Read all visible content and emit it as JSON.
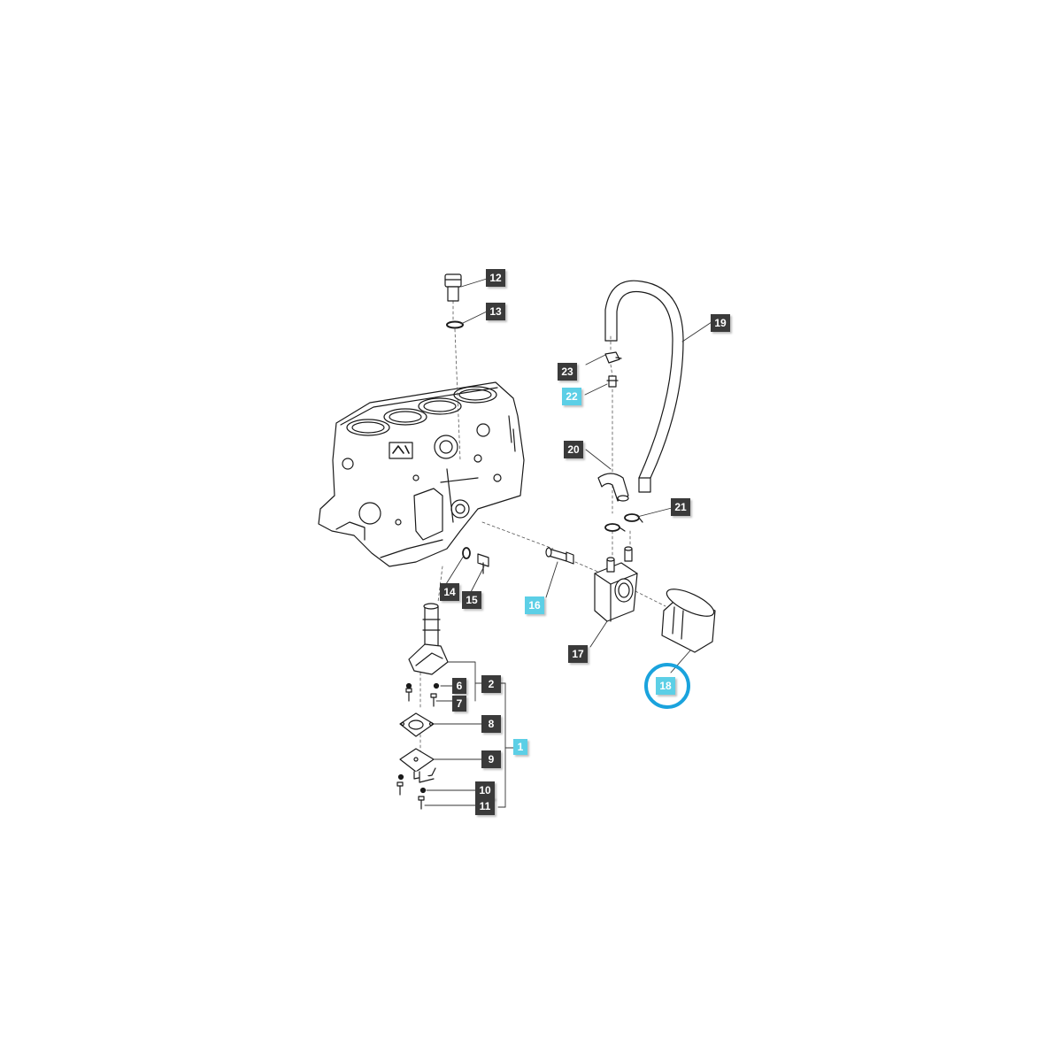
{
  "colors": {
    "line": "#1a1a1a",
    "label_dark": "#3a3a3a",
    "label_accent": "#5ccfe6",
    "highlight_ring": "#1aa3dd"
  },
  "highlight": {
    "part": "18"
  },
  "callouts": [
    {
      "id": "c1",
      "text": "1",
      "style": "accent"
    },
    {
      "id": "c2",
      "text": "2",
      "style": "dark"
    },
    {
      "id": "c6",
      "text": "6",
      "style": "dark"
    },
    {
      "id": "c7",
      "text": "7",
      "style": "dark"
    },
    {
      "id": "c8",
      "text": "8",
      "style": "dark"
    },
    {
      "id": "c9",
      "text": "9",
      "style": "dark"
    },
    {
      "id": "c10",
      "text": "10",
      "style": "dark"
    },
    {
      "id": "c11",
      "text": "11",
      "style": "dark"
    },
    {
      "id": "c12",
      "text": "12",
      "style": "dark"
    },
    {
      "id": "c13",
      "text": "13",
      "style": "dark"
    },
    {
      "id": "c14",
      "text": "14",
      "style": "dark"
    },
    {
      "id": "c15",
      "text": "15",
      "style": "dark"
    },
    {
      "id": "c16",
      "text": "16",
      "style": "accent"
    },
    {
      "id": "c17",
      "text": "17",
      "style": "dark"
    },
    {
      "id": "c18",
      "text": "18",
      "style": "accent"
    },
    {
      "id": "c19",
      "text": "19",
      "style": "dark"
    },
    {
      "id": "c20",
      "text": "20",
      "style": "dark"
    },
    {
      "id": "c21",
      "text": "21",
      "style": "dark"
    },
    {
      "id": "c22",
      "text": "22",
      "style": "accent"
    },
    {
      "id": "c23",
      "text": "23",
      "style": "dark"
    }
  ]
}
